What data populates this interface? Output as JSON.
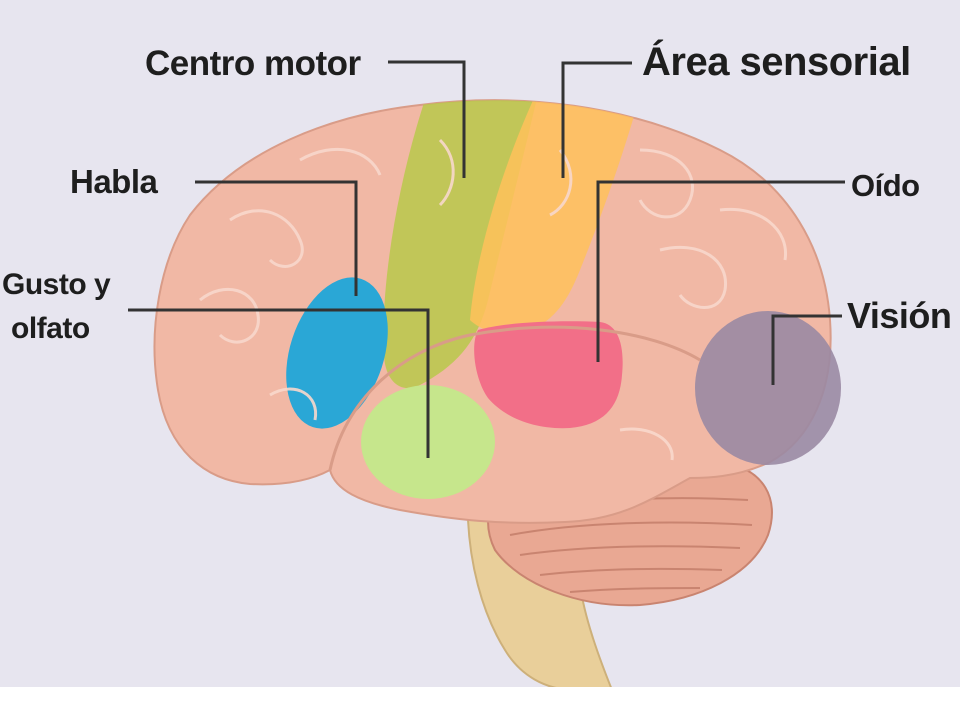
{
  "diagram": {
    "labels": {
      "motor": "Centro motor",
      "sensory": "Área sensorial",
      "speech": "Habla",
      "hearing": "Oído",
      "taste_line1": "Gusto y",
      "taste_line2": "olfato",
      "vision": "Visión"
    },
    "colors": {
      "background": "#e7e5ef",
      "brain": "#f1b8a5",
      "brain_outline": "#d99c88",
      "motor": "#b8c84a",
      "sensory": "#ffc15a",
      "speech": "#2aa7d6",
      "hearing": "#f26f88",
      "taste_smell": "#c3e88a",
      "vision": "#9a8aa3",
      "cerebellum": "#e9a893",
      "brainstem": "#e9cf9a",
      "leader_lines": "#333333"
    }
  }
}
